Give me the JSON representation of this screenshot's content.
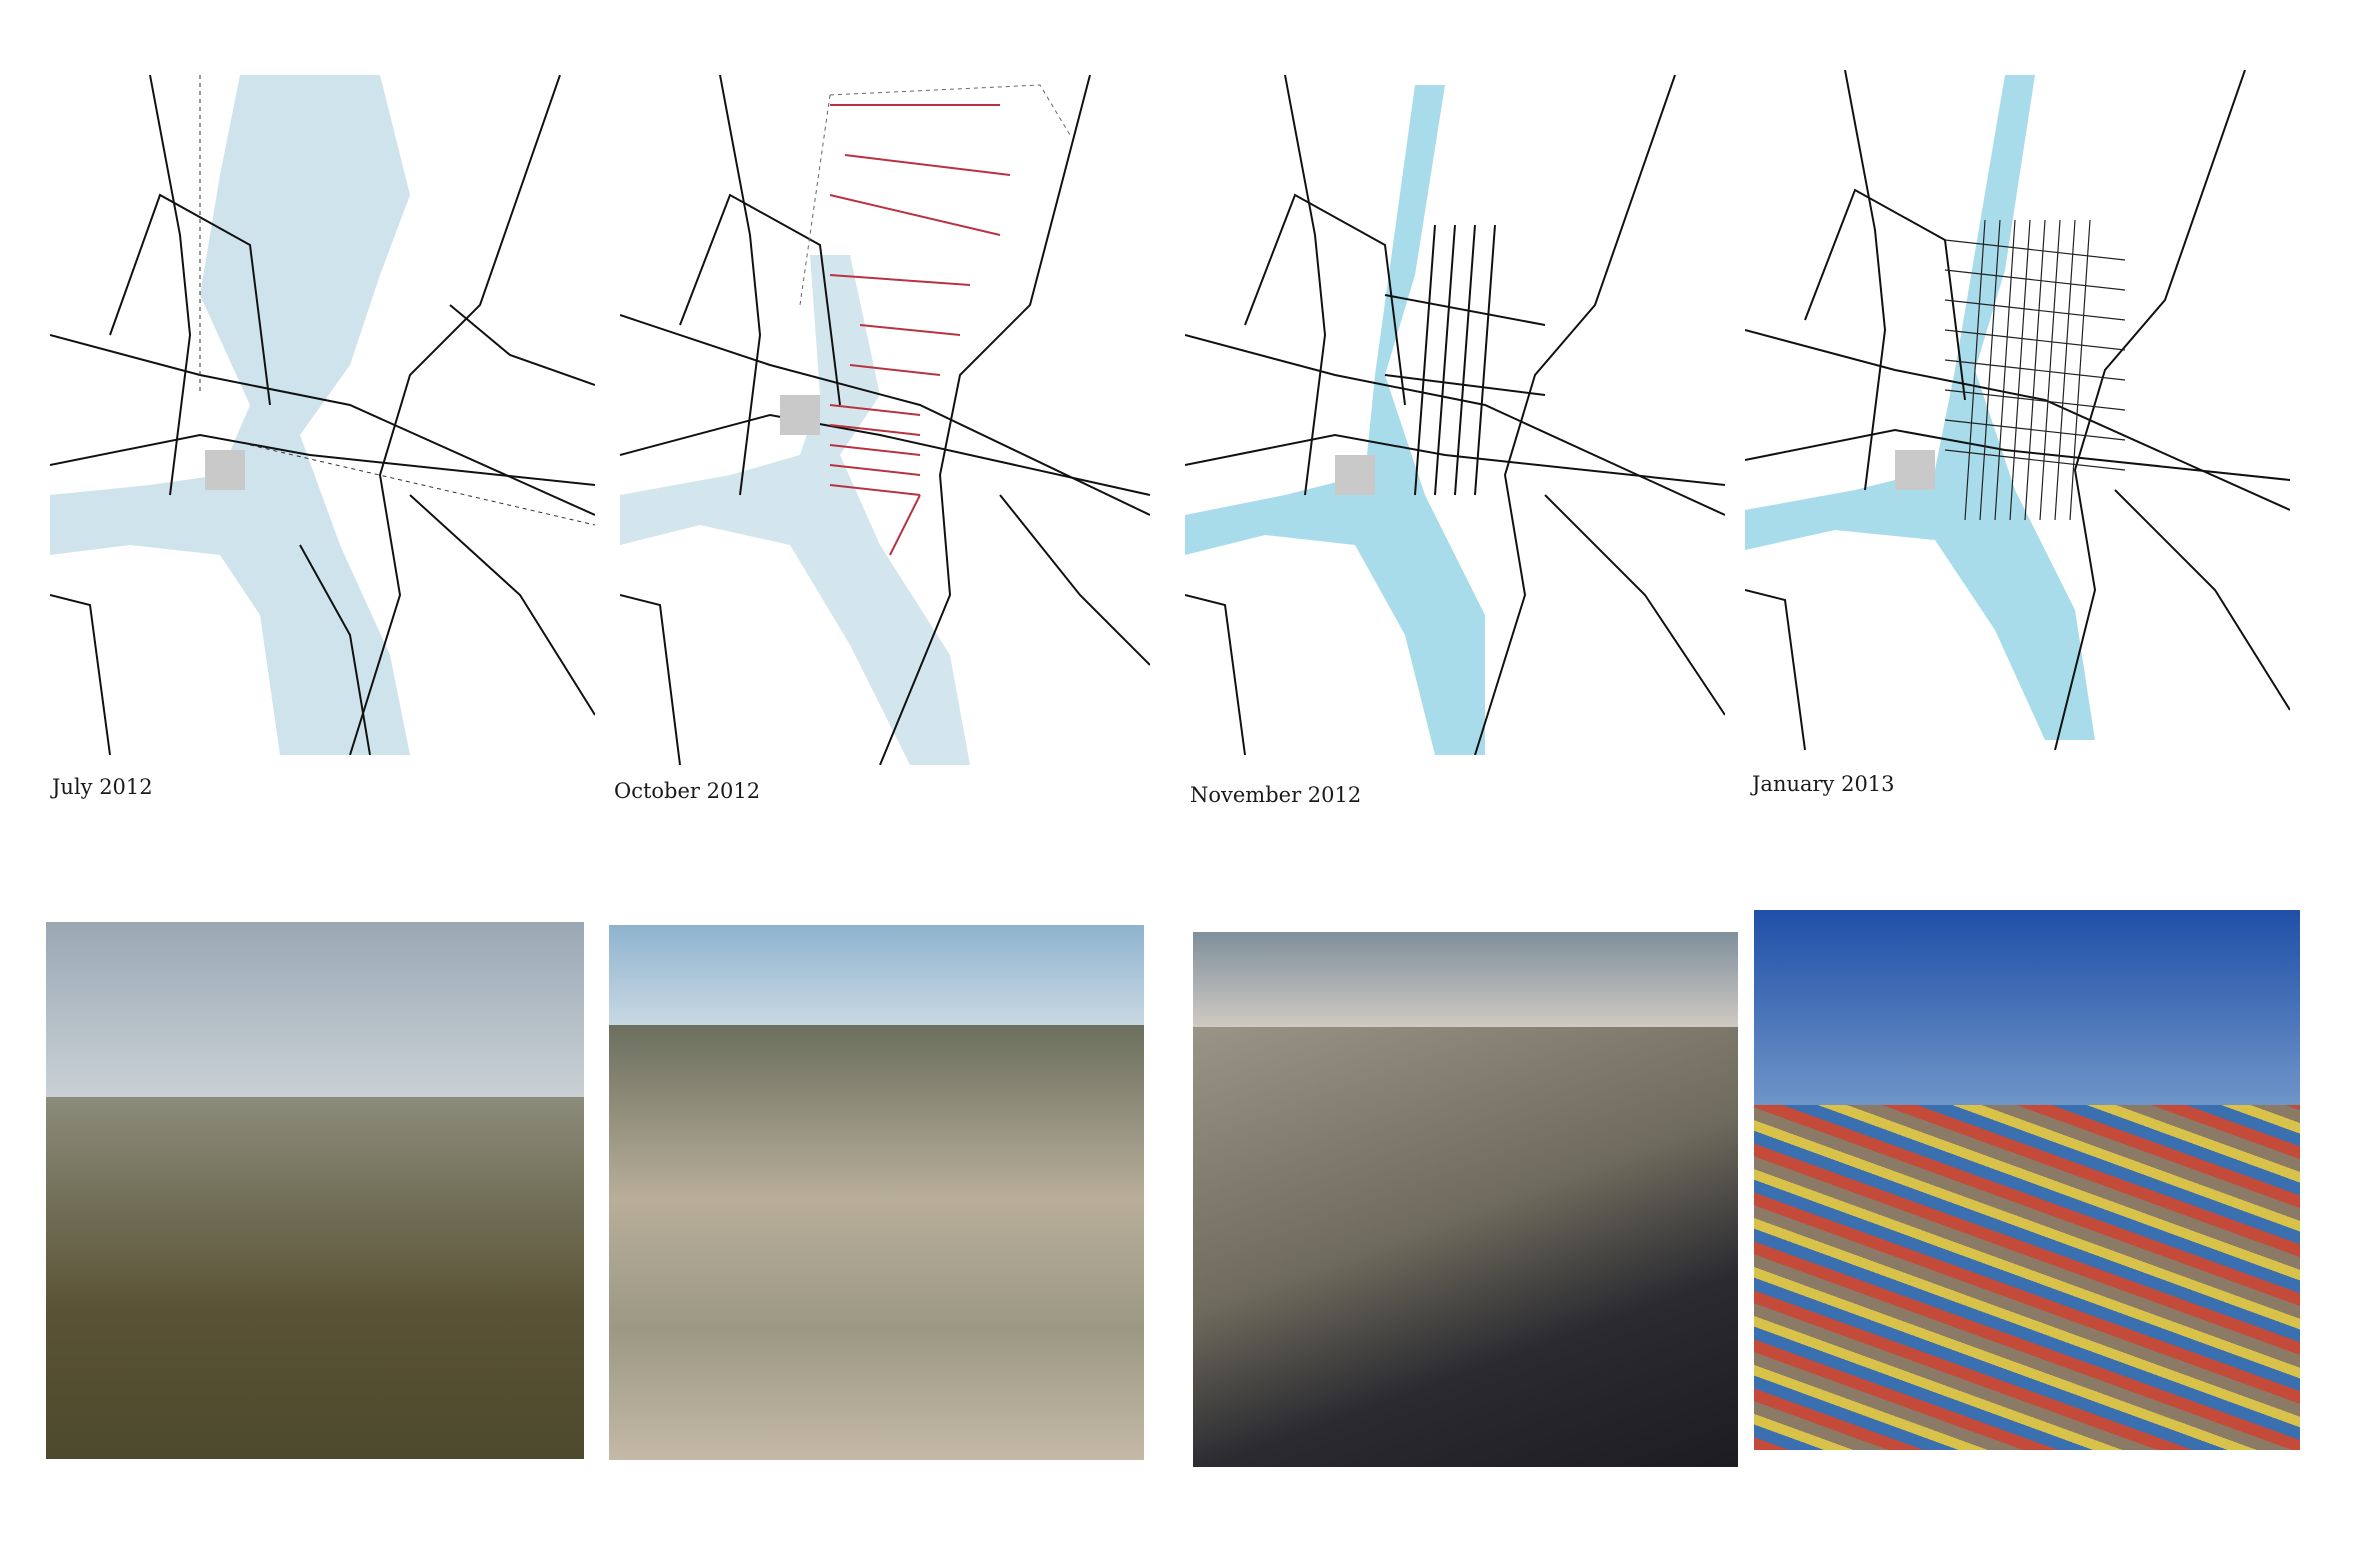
{
  "panels": [
    {
      "date": "July 2012",
      "river_color": "#cfe3ec",
      "stage": "flood"
    },
    {
      "date": "October 2012",
      "river_color": "#d3e6ee",
      "stage": "survey",
      "arrow_color": "#b8323f"
    },
    {
      "date": "November 2012",
      "river_color": "#a9dcea",
      "stage": "grid"
    },
    {
      "date": "January 2013",
      "river_color": "#a9dcea",
      "stage": "dense-grid"
    }
  ]
}
